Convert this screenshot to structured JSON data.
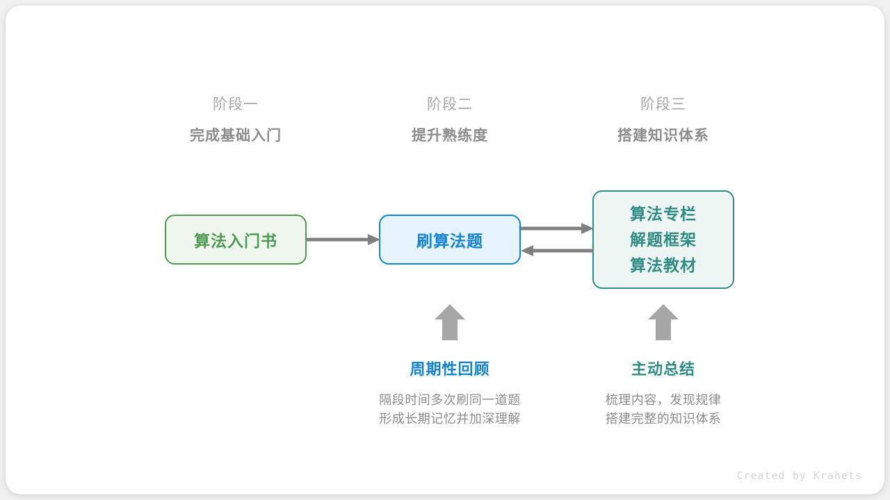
{
  "stages": [
    {
      "label": "阶段一",
      "title": "完成基础入门"
    },
    {
      "label": "阶段二",
      "title": "提升熟练度"
    },
    {
      "label": "阶段三",
      "title": "搭建知识体系"
    }
  ],
  "nodes": {
    "book": {
      "text": "算法入门书",
      "color": "#4f9a52",
      "fill": "#eef6ee"
    },
    "practice": {
      "text": "刷算法题",
      "color": "#1283d4",
      "fill": "#e6f2fc"
    },
    "resources": {
      "lines": [
        "算法专栏",
        "解题框架",
        "算法教材"
      ],
      "color": "#2e8b84",
      "fill": "#eef6f4"
    }
  },
  "connectors": {
    "arrow_color": "#808080",
    "book_to_practice": "arrow-right-icon",
    "practice_to_resources": "arrow-right-icon",
    "resources_to_practice": "arrow-left-icon",
    "review_up": "arrow-up-icon",
    "summary_up": "arrow-up-icon"
  },
  "notes": [
    {
      "title": "周期性回顾",
      "line1": "隔段时间多次刷同一道题",
      "line2": "形成长期记忆并加深理解",
      "color": "#1283d4"
    },
    {
      "title": "主动总结",
      "line1": "梳理内容，发现规律",
      "line2": "搭建完整的知识体系",
      "color": "#2e8b84"
    }
  ],
  "watermark": "Created by Krahets"
}
